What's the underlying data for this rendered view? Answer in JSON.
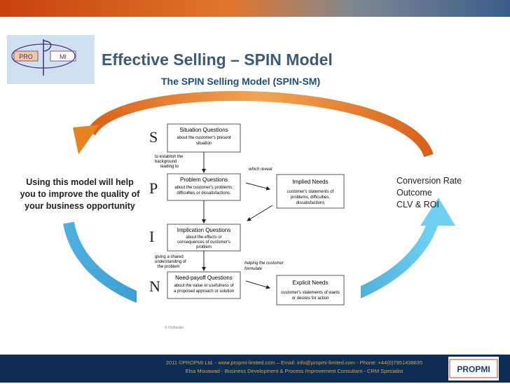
{
  "slide": {
    "title": "Effective Selling – SPIN Model",
    "subtitle": "The SPIN Selling Model (SPIN-SM)"
  },
  "logo": {
    "left_text": "PRO",
    "right_text": "MI"
  },
  "left_note": "Using this model will help you to improve the quality of your business opportunity",
  "right_list": [
    "Conversion Rate",
    "Outcome",
    "CLV & ROI"
  ],
  "spin": {
    "letters": [
      "S",
      "P",
      "I",
      "N"
    ],
    "boxes": [
      {
        "title": "Situation Questions",
        "body": [
          "about the customer's present",
          "situation"
        ]
      },
      {
        "title": "Problem Questions",
        "body": [
          "about the customer's problems,",
          "difficulties or dissatisfactions."
        ]
      },
      {
        "title": "Implication Questions",
        "body": [
          "about the effects or",
          "consequences of customer's",
          "problem"
        ]
      },
      {
        "title": "Need-payoff Questions",
        "body": [
          "about the value or usefulness of",
          "a proposed approach or solution"
        ]
      }
    ],
    "right_boxes": [
      {
        "title": "Implied Needs",
        "body": [
          "customer's statements of",
          "problems, difficulties,",
          "dissatisfactions"
        ]
      },
      {
        "title": "Explicit Needs",
        "body": [
          "customer's statements of wants",
          "or desires for action"
        ]
      }
    ],
    "notes": {
      "establish": [
        "to establish the",
        "background",
        "leading to"
      ],
      "which_reveal": "which reveal",
      "giving_shared": [
        "giving a shared",
        "understanding of",
        "the problem"
      ],
      "helping": [
        "helping the customer",
        "formulate"
      ]
    },
    "credit": "© Huthwaite"
  },
  "footer": {
    "line1": "2011 ©PROPMI Ltd. - www.propmi-limited.com – Email: info@propmi-limited.com - Phone: +44(0)7951438835",
    "line2": "Elsa Mouawad - Business Development & Process Improvement Consultant - CRM Specialist",
    "logo_text": "PROPMI"
  },
  "colors": {
    "title": "#3d5a78",
    "subtitle": "#1f4e79",
    "orange_arrow": "#e8821e",
    "blue_arrow": "#2f9fd6",
    "footer_bg": "#0e2d55"
  }
}
